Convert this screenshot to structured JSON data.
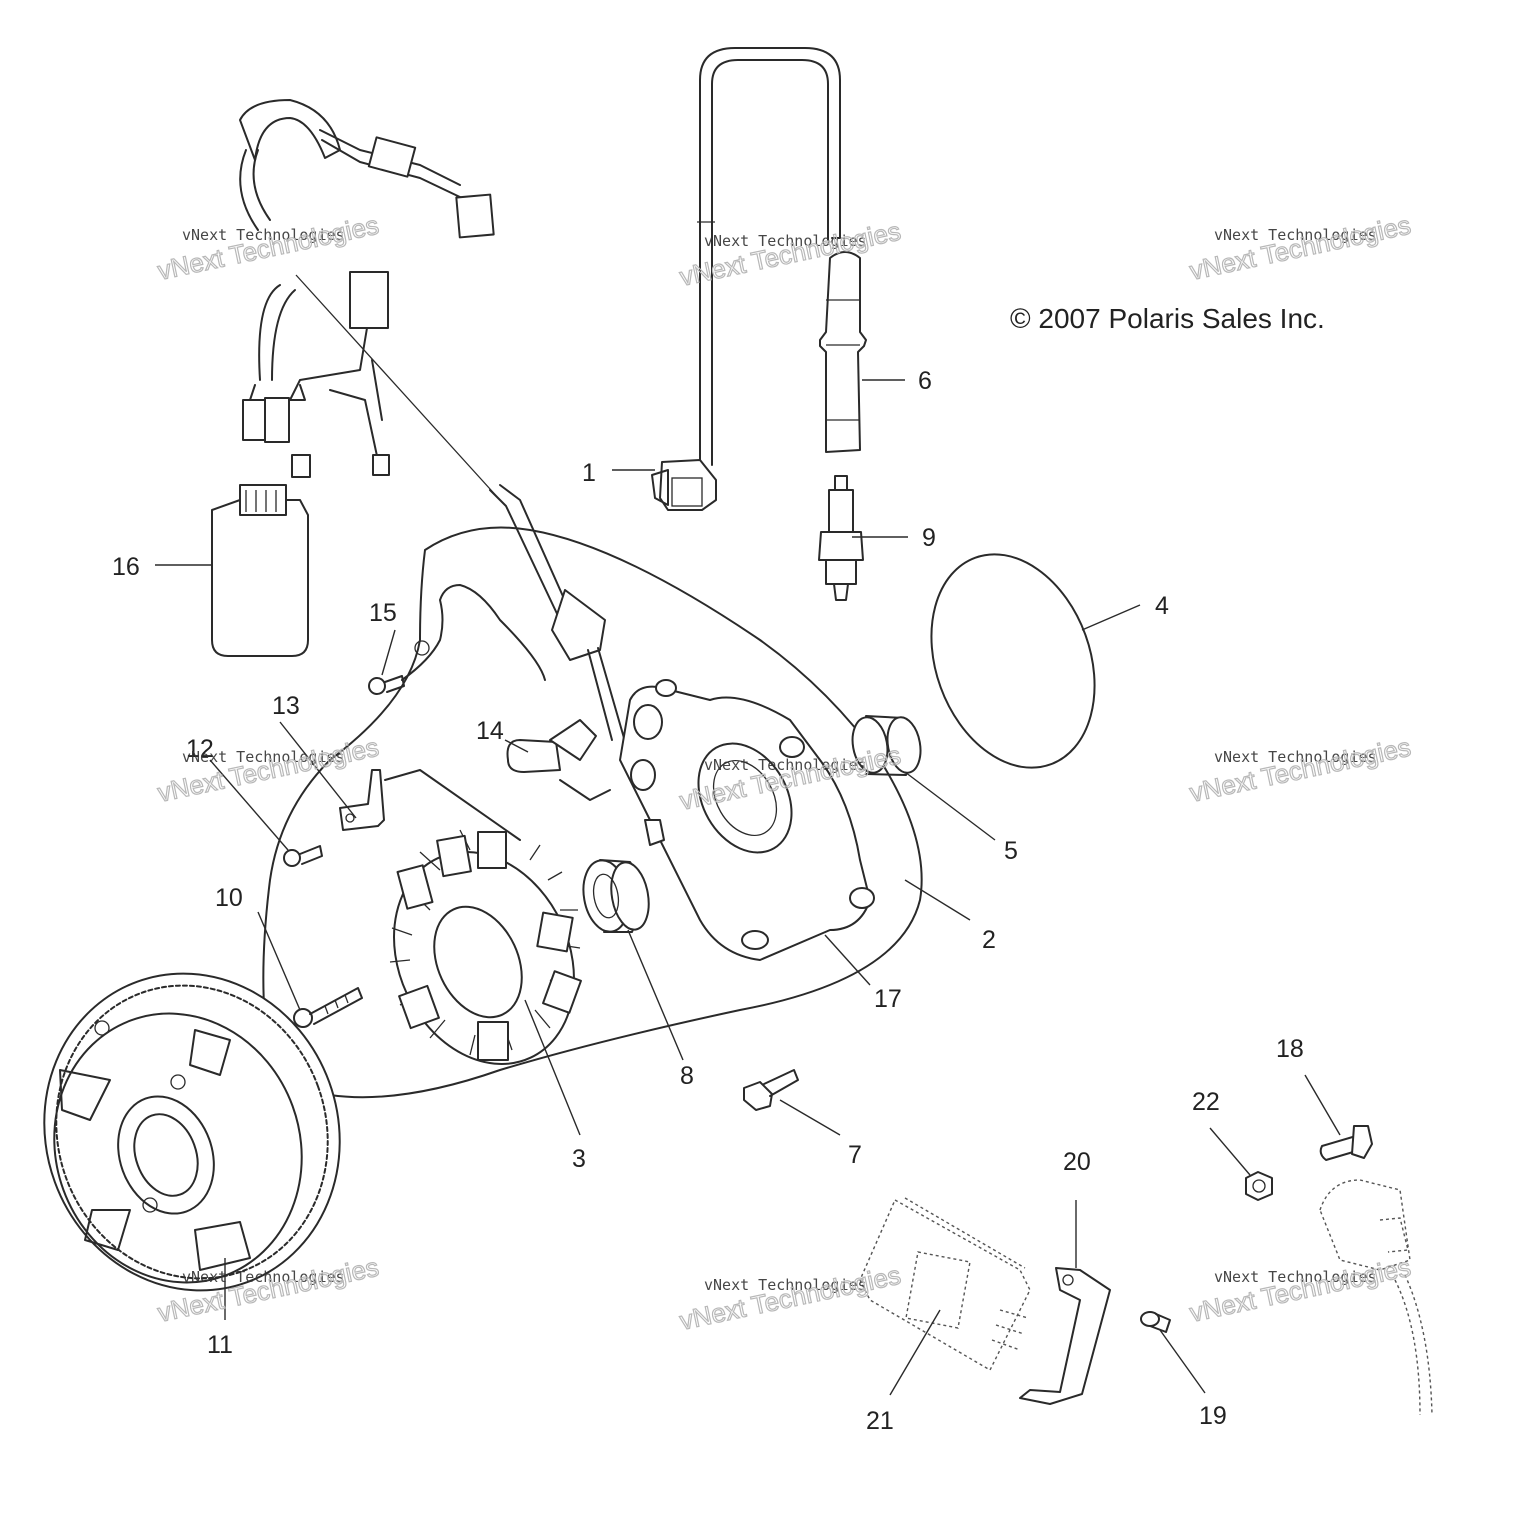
{
  "copyright": "© 2007 Polaris Sales Inc.",
  "watermark": {
    "line1": "vNext Technologies",
    "line2": "vNext Technologies"
  },
  "callouts": [
    "1",
    "2",
    "3",
    "4",
    "5",
    "6",
    "7",
    "8",
    "9",
    "10",
    "11",
    "12",
    "13",
    "14",
    "15",
    "16",
    "17",
    "18",
    "19",
    "20",
    "21",
    "22"
  ]
}
